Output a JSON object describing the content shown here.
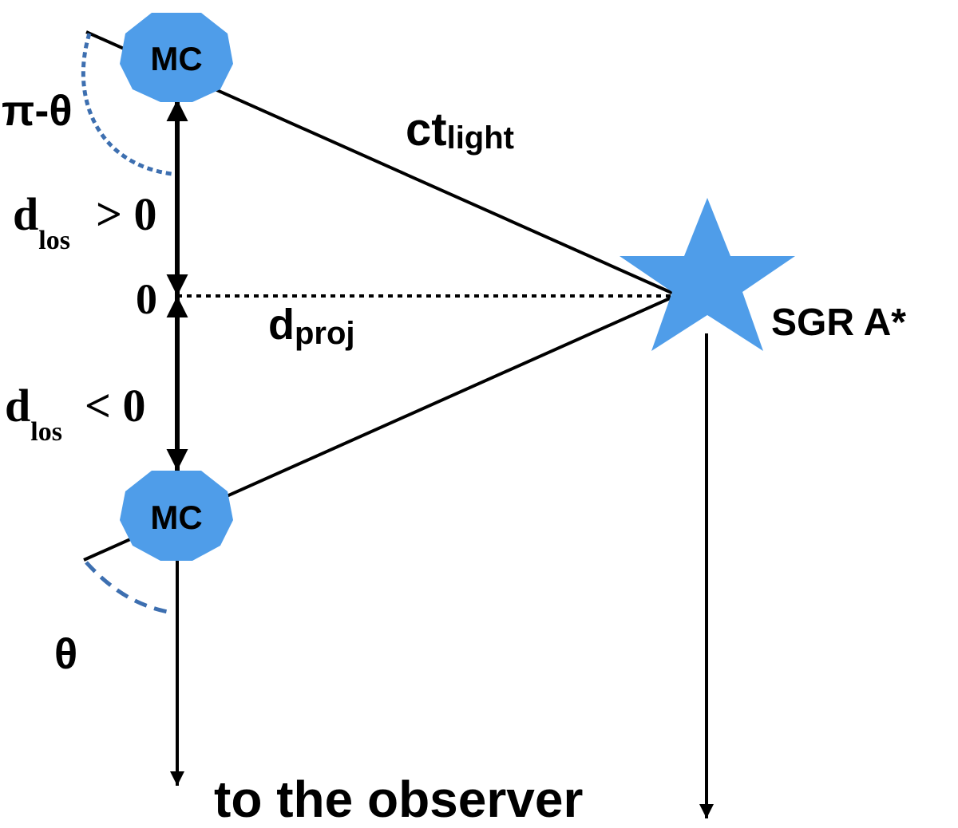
{
  "colors": {
    "cloud": "#4f9de9",
    "star": "#4f9de9",
    "arc": "#3d6fb0",
    "line": "#000000"
  },
  "labels": {
    "cloud_top": "MC",
    "cloud_bottom": "MC",
    "star": "SGR A*",
    "ct_main": "ct",
    "ct_sub": "light",
    "dproj_main": "d",
    "dproj_sub": "proj",
    "dlos_pos_main": "d",
    "dlos_pos_sub": "los",
    "dlos_pos_rel": "> 0",
    "dlos_neg_main": "d",
    "dlos_neg_sub": "los",
    "dlos_neg_rel": "< 0",
    "zero": "0",
    "pi_theta": "π-θ",
    "theta": "θ",
    "observer": "to the observer"
  }
}
